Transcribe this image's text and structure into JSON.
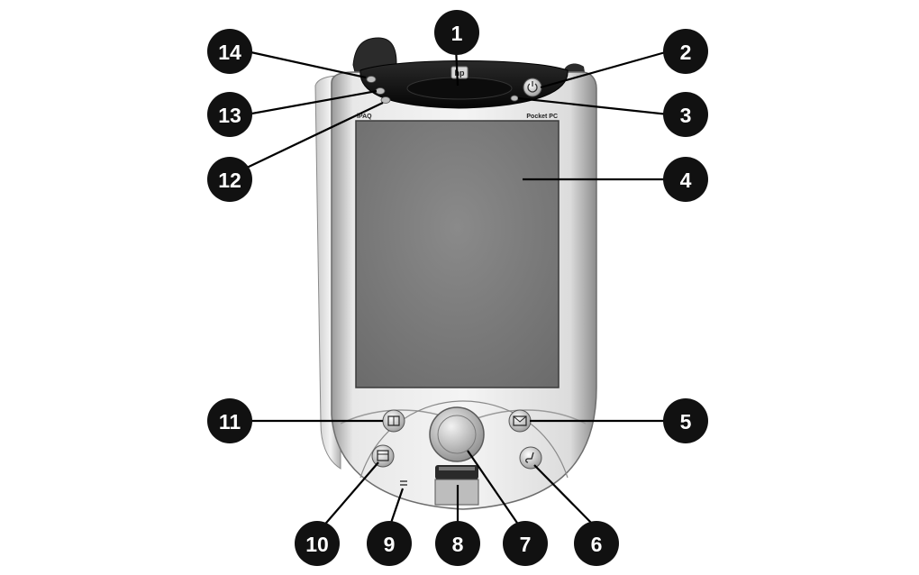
{
  "device": {
    "brand_left": "iPAQ",
    "brand_right": "Pocket PC",
    "logo_text": "hp"
  },
  "colors": {
    "callout_fill": "#111111",
    "leader_line": "#000000",
    "body_light": "#f1f1f1",
    "body_mid": "#c9c9c9",
    "body_dark": "#8a8a8a",
    "screen": "#7b7b7b",
    "top_band": "#1a1a1a"
  },
  "callouts": [
    {
      "id": "callout-1",
      "label": "1"
    },
    {
      "id": "callout-2",
      "label": "2"
    },
    {
      "id": "callout-3",
      "label": "3"
    },
    {
      "id": "callout-4",
      "label": "4"
    },
    {
      "id": "callout-5",
      "label": "5"
    },
    {
      "id": "callout-6",
      "label": "6"
    },
    {
      "id": "callout-7",
      "label": "7"
    },
    {
      "id": "callout-8",
      "label": "8"
    },
    {
      "id": "callout-9",
      "label": "9"
    },
    {
      "id": "callout-10",
      "label": "10"
    },
    {
      "id": "callout-11",
      "label": "11"
    },
    {
      "id": "callout-12",
      "label": "12"
    },
    {
      "id": "callout-13",
      "label": "13"
    },
    {
      "id": "callout-14",
      "label": "14"
    }
  ]
}
